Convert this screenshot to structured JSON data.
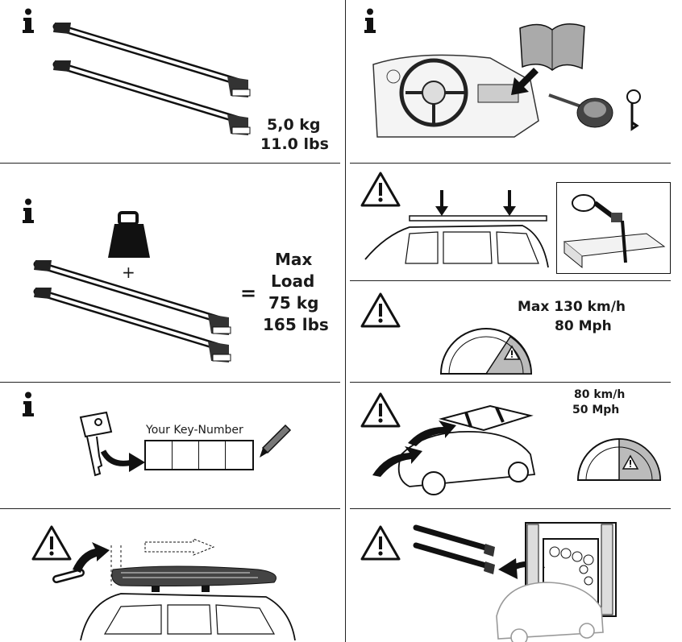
{
  "panels": {
    "bars_weight": {
      "weight_kg": "5,0 kg",
      "weight_lbs": "11.0 lbs",
      "icon": "info-icon"
    },
    "manual": {
      "icon": "info-icon"
    },
    "max_load": {
      "plus": "+",
      "equals": "=",
      "line1": "Max",
      "line2": "Load",
      "kg": "75 kg",
      "lbs": "165 lbs",
      "icon": "info-icon"
    },
    "strap": {
      "icon": "warning-icon"
    },
    "speed_max": {
      "kmh": "Max 130 km/h",
      "mph": "80 Mph",
      "icon": "warning-icon"
    },
    "key_number": {
      "caption": "Your Key-Number",
      "cells": 4,
      "icon": "info-icon"
    },
    "speed_load": {
      "kmh": "80 km/h",
      "mph": "50 Mph",
      "icon": "warning-icon"
    },
    "roof_box": {
      "icon": "warning-icon"
    },
    "car_wash": {
      "icon": "warning-icon"
    }
  }
}
